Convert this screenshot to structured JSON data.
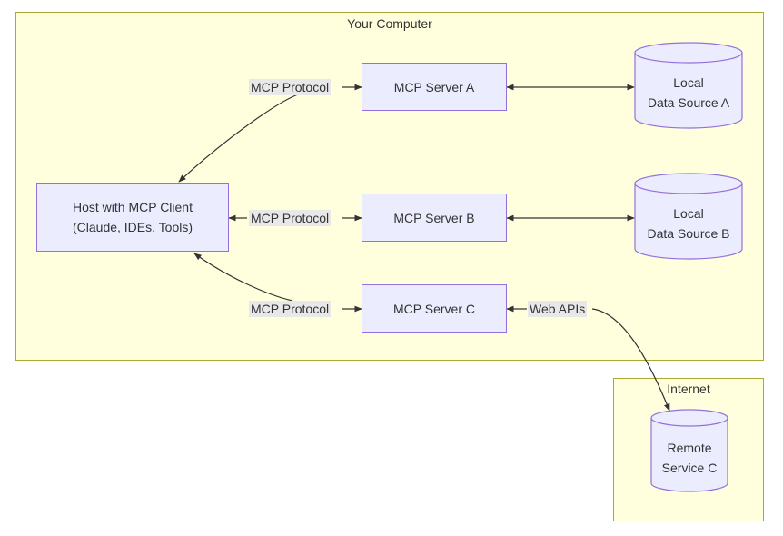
{
  "groups": {
    "computer": {
      "title": "Your Computer"
    },
    "internet": {
      "title": "Internet"
    }
  },
  "nodes": {
    "host": "Host with MCP Client\n(Claude, IDEs, Tools)",
    "server_a": "MCP Server A",
    "server_b": "MCP Server B",
    "server_c": "MCP Server C",
    "data_a": "Local\nData Source A",
    "data_b": "Local\nData Source B",
    "remote_c": "Remote\nService C"
  },
  "edge_labels": {
    "protocol_a": "MCP Protocol",
    "protocol_b": "MCP Protocol",
    "protocol_c": "MCP Protocol",
    "web_apis": "Web APIs"
  },
  "colors": {
    "group_fill": "#ffffde",
    "group_border": "#aaaa33",
    "node_fill": "#ececff",
    "node_border": "#9370db",
    "edge": "#333333",
    "label_bg": "#e8e8e8"
  }
}
